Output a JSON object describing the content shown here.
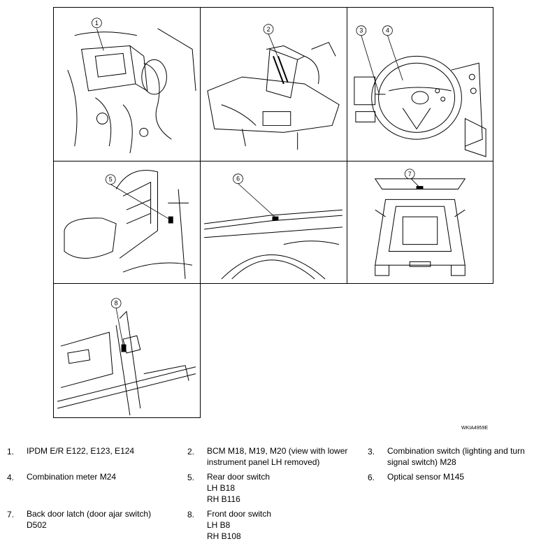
{
  "figure_code": "WKIA4959E",
  "panels": [
    {
      "callout": "1"
    },
    {
      "callout": "2"
    },
    {
      "callout": "3",
      "callout_b": "4"
    },
    {
      "callout": "5"
    },
    {
      "callout": "6"
    },
    {
      "callout": "7"
    },
    {
      "callout": "8"
    }
  ],
  "legend": [
    {
      "num": "1.",
      "text": "IPDM E/R E122, E123, E124"
    },
    {
      "num": "2.",
      "text": "BCM M18, M19, M20 (view with lower\ninstrument panel LH removed)"
    },
    {
      "num": "3.",
      "text": "Combination switch (lighting and turn\nsignal switch) M28"
    },
    {
      "num": "4.",
      "text": "Combination meter M24"
    },
    {
      "num": "5.",
      "text": "Rear door switch\nLH B18\nRH B116"
    },
    {
      "num": "6.",
      "text": "Optical sensor M145"
    },
    {
      "num": "7.",
      "text": "Back door latch (door ajar switch)\nD502"
    },
    {
      "num": "8.",
      "text": "Front door switch\nLH B8\nRH B108"
    }
  ]
}
